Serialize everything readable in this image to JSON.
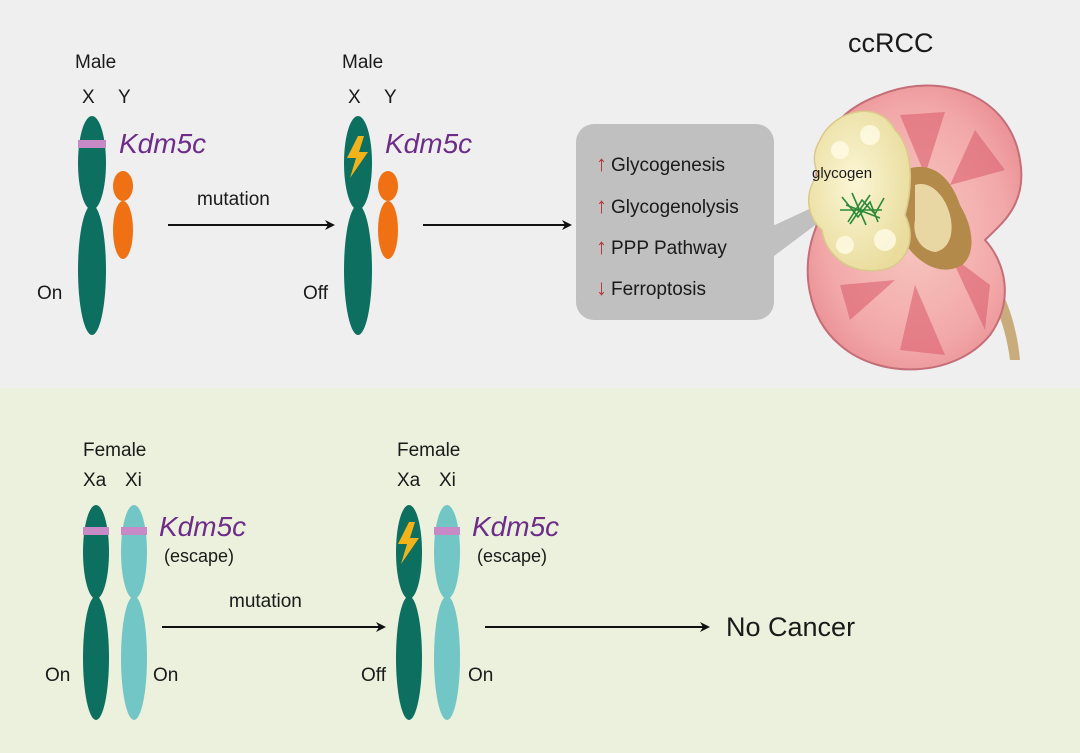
{
  "colors": {
    "x_chromosome": "#0d6f60",
    "xi_chromosome": "#72c6c6",
    "y_chromosome": "#f07114",
    "gene_band": "#c88ac7",
    "gene_label": "#6e2c8a",
    "mutation_bolt": "#f2b21a",
    "pathway_box": "#c0c0c0",
    "up_down_arrow": "#b03535",
    "top_panel_bg": "#efefef",
    "bottom_panel_bg": "#ebf1dc"
  },
  "male": {
    "left": {
      "sex": "Male",
      "chr1": "X",
      "chr2": "Y",
      "gene": "Kdm5c",
      "state": "On"
    },
    "right": {
      "sex": "Male",
      "chr1": "X",
      "chr2": "Y",
      "gene": "Kdm5c",
      "state": "Off"
    },
    "arrow_label": "mutation"
  },
  "pathways": [
    {
      "direction": "up",
      "arrow": "↑",
      "label": "Glycogenesis"
    },
    {
      "direction": "up",
      "arrow": "↑",
      "label": "Glycogenolysis"
    },
    {
      "direction": "up",
      "arrow": "↑",
      "label": "PPP Pathway"
    },
    {
      "direction": "down",
      "arrow": "↓",
      "label": "Ferroptosis"
    }
  ],
  "kidney": {
    "title": "ccRCC",
    "glycogen_label": "glycogen"
  },
  "female": {
    "left": {
      "sex": "Female",
      "chr1": "Xa",
      "chr2": "Xi",
      "gene": "Kdm5c",
      "escape": "(escape)",
      "state1": "On",
      "state2": "On"
    },
    "right": {
      "sex": "Female",
      "chr1": "Xa",
      "chr2": "Xi",
      "gene": "Kdm5c",
      "escape": "(escape)",
      "state1": "Off",
      "state2": "On"
    },
    "arrow_label": "mutation",
    "outcome": "No Cancer"
  }
}
